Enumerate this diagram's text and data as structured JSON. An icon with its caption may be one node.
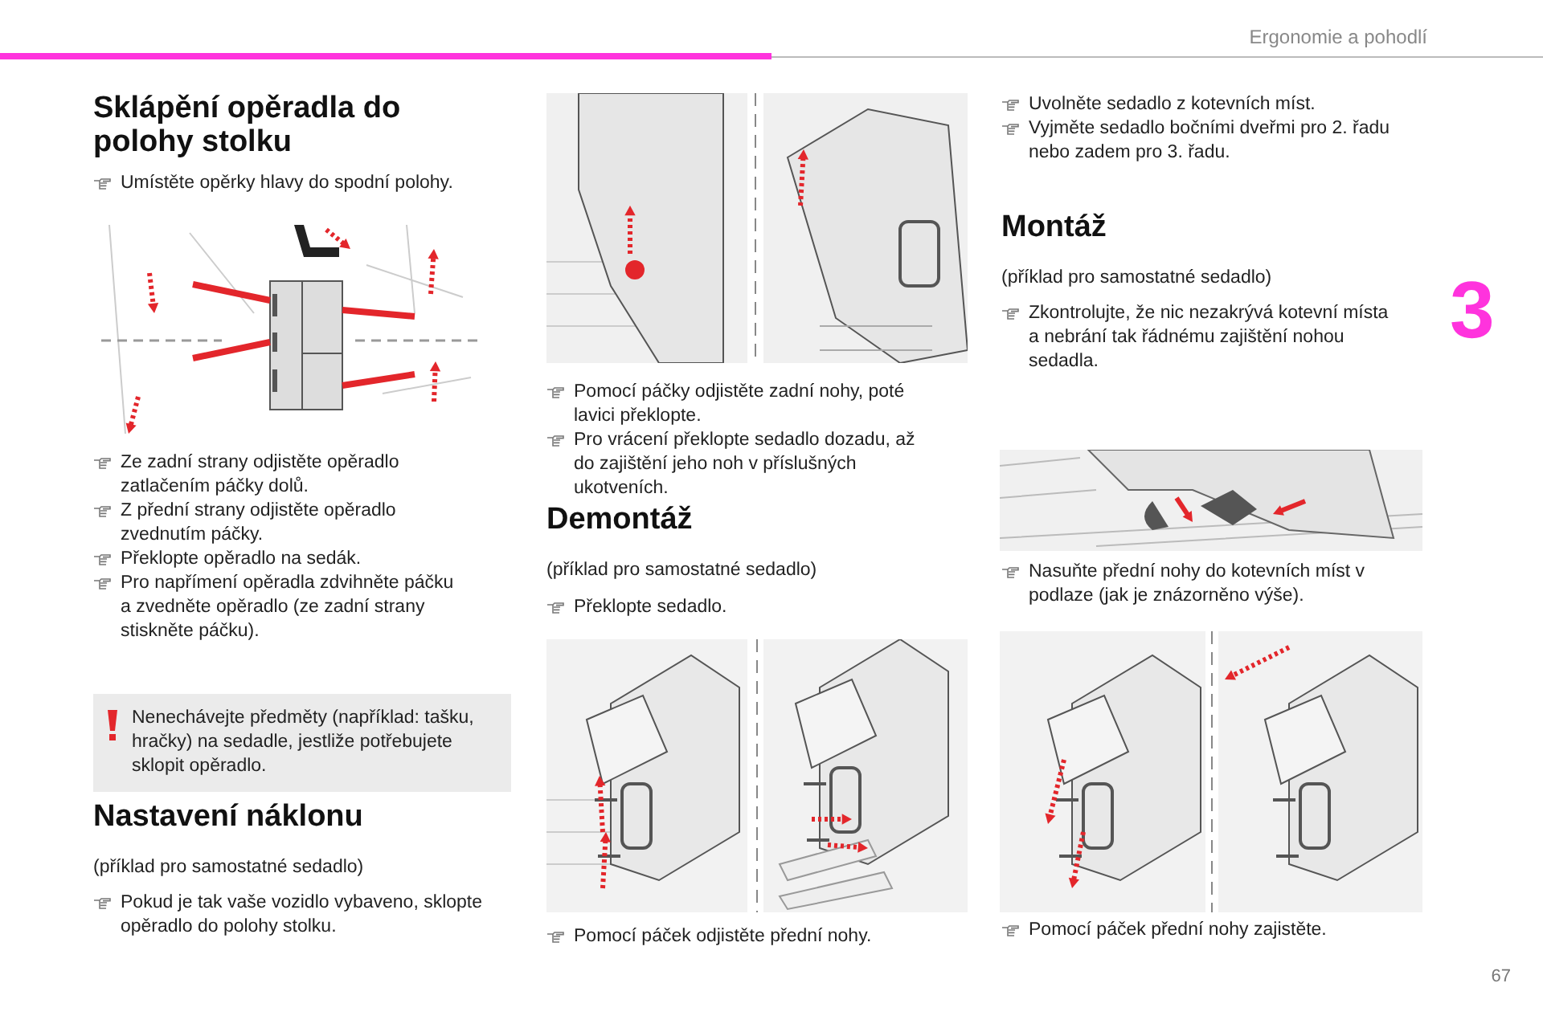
{
  "diagram": {
    "nodes": [
      {
        "text": [
          "Nenechávejte předměty (například: tašku, hračky) na sedadle, jestliže potřebujete sklopit opěradlo."
        ]
      }
    ],
    "labels": [
      "Ergonomie a pohodlí",
      "Sklápění opěradla do polohy stolku",
      "Umístěte opěrky hlavy do spodní polohy.",
      "Ze zadní strany odjistěte opěradlo zatlačením páčky dolů.",
      "Z přední strany odjistěte opěradlo zvednutím páčky.",
      "Překlopte opěradlo na sedák.",
      "Pro napřímení opěradla zdvihněte páčku a zvedněte opěradlo (ze zadní strany stiskněte páčku).",
      "Nastavení náklonu",
      "(příklad pro samostatné sedadlo)",
      "Pokud je tak vaše vozidlo vybaveno, sklopte opěradlo do polohy stolku.",
      "Pomocí páčky odjistěte zadní nohy, poté lavici překlopte.",
      "Pro vrácení překlopte sedadlo dozadu, až do zajištění jeho noh v příslušných ukotveních.",
      "Demontáž",
      "(příklad pro samostatné sedadlo)",
      "Překlopte sedadlo.",
      "Pomocí páček odjistěte přední nohy.",
      "Uvolněte sedadlo z kotevních míst.",
      "Vyjměte sedadlo bočními dveřmi pro 2. řadu nebo zadem pro 3. řadu.",
      "Montáž",
      "(příklad pro samostatné sedadlo)",
      "Zkontrolujte, že nic nezakrývá kotevní místa a nebrání tak řádnému zajištění nohou sedadla.",
      "Nasuňte přední nohy do kotevních míst v podlaze (jak je znázorněno výše).",
      "Pomocí páček přední nohy zajistěte.",
      "3",
      "67"
    ]
  }
}
